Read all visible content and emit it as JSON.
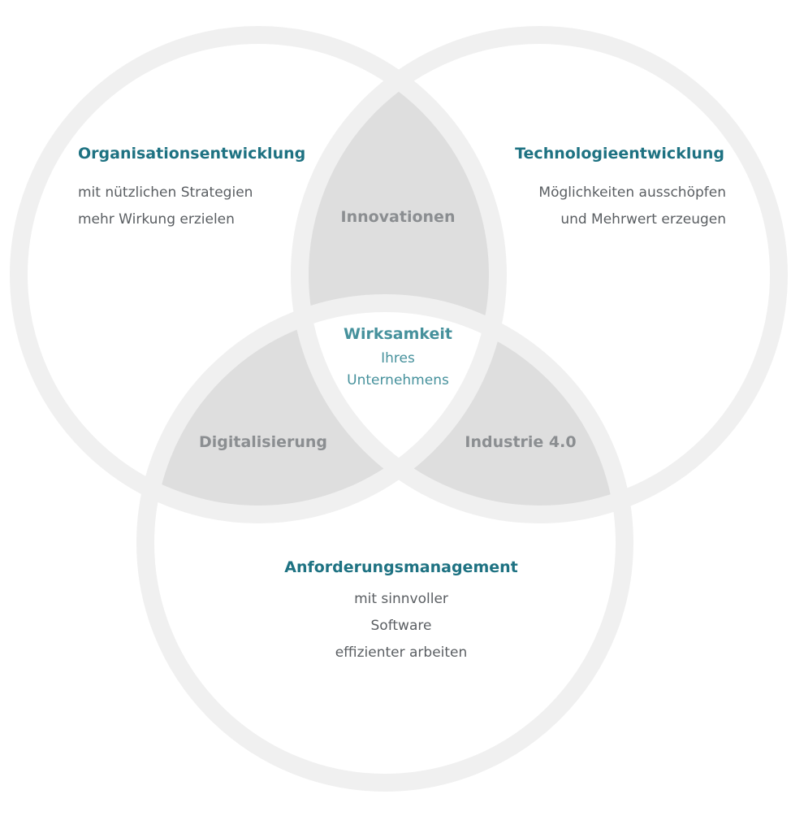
{
  "colors": {
    "ring": "#f0f0f0",
    "lens_fill": "#dedede",
    "title_teal": "#1e7282",
    "center_teal": "#46919c",
    "intersection_gray": "#8b8e91",
    "body_text": "#5a5e62"
  },
  "circles": {
    "organisation": {
      "title": "Organisationsentwicklung",
      "lines": [
        "mit nützlichen Strategien",
        "mehr Wirkung erzielen"
      ]
    },
    "technologie": {
      "title": "Technologieentwicklung",
      "lines": [
        "Möglichkeiten ausschöpfen",
        "und Mehrwert erzeugen"
      ]
    },
    "anforderung": {
      "title": "Anforderungsmanagement",
      "lines": [
        "mit sinnvoller",
        "Software",
        "effizienter arbeiten"
      ]
    }
  },
  "intersections": {
    "top": "Innovationen",
    "left": "Digitalisierung",
    "right": "Industrie 4.0"
  },
  "center": {
    "title": "Wirksamkeit",
    "lines": [
      "Ihres",
      "Unternehmens"
    ]
  }
}
